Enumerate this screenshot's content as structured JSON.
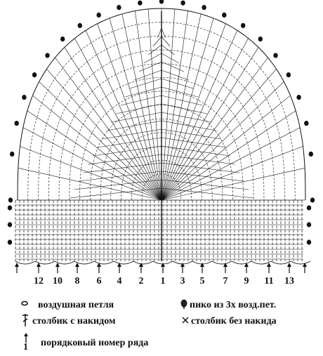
{
  "row_numbers": {
    "left": [
      "12",
      "10",
      "8",
      "6",
      "4",
      "2"
    ],
    "center": "1",
    "right": [
      "3",
      "5",
      "7",
      "9",
      "11",
      "13"
    ]
  },
  "legend": {
    "chain_stitch": "воздушная петля",
    "picot": "пико из 3х возд.пет.",
    "double_crochet": "столбик с накидом",
    "single_crochet": "столбик без накида",
    "row_number_sample": "1",
    "row_number": "порядковый номер ряда"
  },
  "colors": {
    "ink": "#111111",
    "background": "#ffffff"
  },
  "icons": [
    "chain-stitch-icon",
    "picot-icon",
    "double-crochet-icon",
    "single-crochet-icon",
    "row-arrow-icon"
  ]
}
